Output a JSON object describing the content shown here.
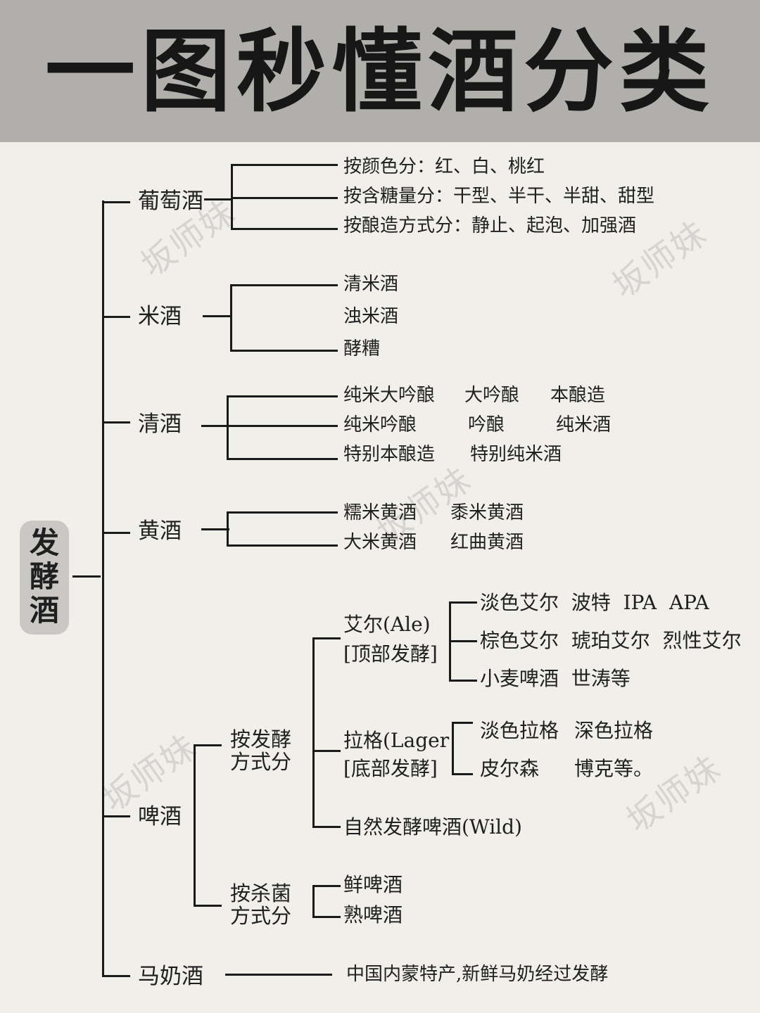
{
  "title": "一图秒懂酒分类",
  "root": "发酵酒",
  "watermark": "坂师妹",
  "categories": {
    "grape": {
      "label": "葡萄酒",
      "children": [
        "按颜色分：红、白、桃红",
        "按含糖量分：干型、半干、半甜、甜型",
        "按酿造方式分：静止、起泡、加强酒"
      ]
    },
    "rice": {
      "label": "米酒",
      "children": [
        "清米酒",
        "浊米酒",
        "酵糟"
      ]
    },
    "sake": {
      "label": "清酒",
      "rows": [
        [
          "纯米大吟酿",
          "大吟酿",
          "本酿造"
        ],
        [
          "纯米吟酿",
          "吟酿",
          "纯米酒"
        ],
        [
          "特别本酿造",
          "特别纯米酒"
        ]
      ]
    },
    "yellow": {
      "label": "黄酒",
      "rows": [
        [
          "糯米黄酒",
          "黍米黄酒"
        ],
        [
          "大米黄酒",
          "红曲黄酒"
        ]
      ]
    },
    "beer": {
      "label": "啤酒",
      "by_fermentation": {
        "label": "按发酵方式分",
        "ale": {
          "label": "艾尔(Ale)",
          "note": "[顶部发酵]",
          "rows": [
            "淡色艾尔  波特  IPA  APA",
            "棕色艾尔  琥珀艾尔  烈性艾尔",
            "小麦啤酒  世涛等"
          ]
        },
        "lager": {
          "label": "拉格(Lager",
          "note": "[底部发酵]",
          "rows": [
            [
              "淡色拉格",
              "深色拉格"
            ],
            [
              "皮尔森",
              "博克等。"
            ]
          ]
        },
        "wild": "自然发酵啤酒(Wild)"
      },
      "by_sterilization": {
        "label": "按杀菌方式分",
        "children": [
          "鲜啤酒",
          "熟啤酒"
        ]
      }
    },
    "kumis": {
      "label": "马奶酒",
      "desc": "中国内蒙特产,新鲜马奶经过发酵"
    }
  }
}
